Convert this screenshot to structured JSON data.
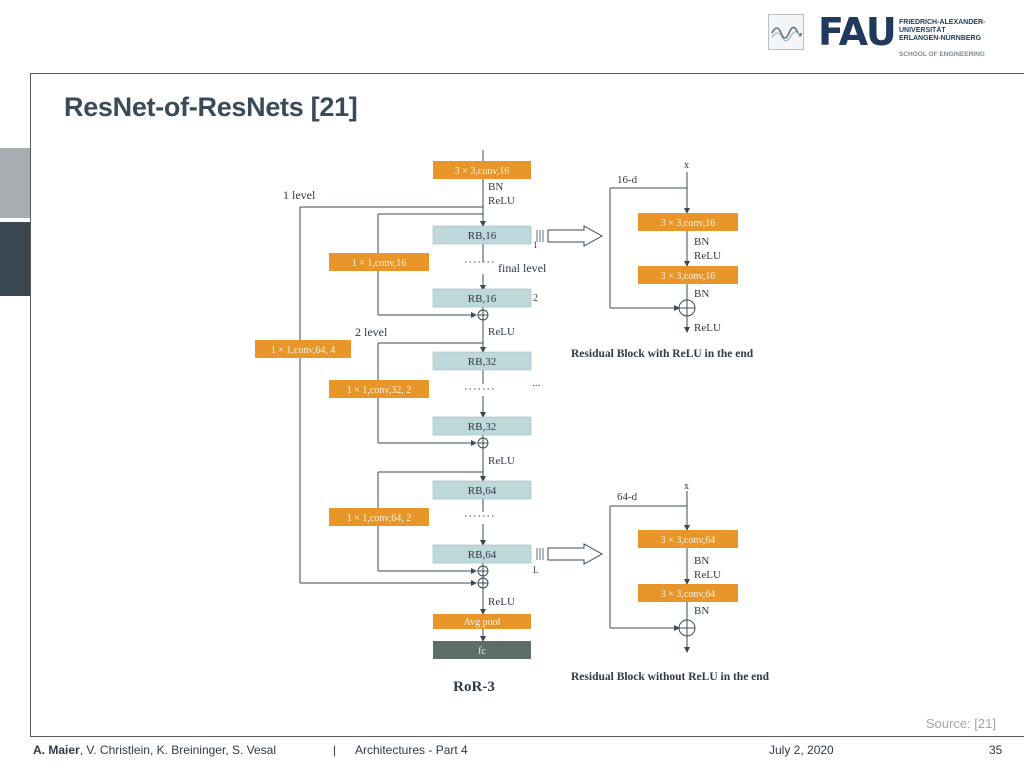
{
  "slide": {
    "title": "ResNet-of-ResNets [21]",
    "source": "Source: [21]"
  },
  "logo": {
    "wordmark": "FAU",
    "lines": [
      "FRIEDRICH-ALEXANDER-",
      "UNIVERSITÄT",
      "ERLANGEN-NÜRNBERG"
    ],
    "school": "SCHOOL OF ENGINEERING",
    "icon": "wave-emblem-icon"
  },
  "footer": {
    "author_bold": "A. Maier",
    "authors_rest": ", V. Christlein, K. Breininger, S. Vesal",
    "separator": "|",
    "topic": "Architectures - Part 4",
    "date": "July 2, 2020",
    "page": "35"
  },
  "diagram": {
    "main": {
      "conv_top": "3 × 3,conv,16",
      "bn": "BN",
      "relu": "ReLU",
      "level1": "1 level",
      "rb16_a": "RB,16",
      "mark1": "1",
      "conv1x1_16": "1 × 1,conv,16",
      "final_level": "final level",
      "rb16_b": "RB,16",
      "mark2": "2",
      "relu_a": "ReLU",
      "level2": "2 level",
      "conv1x1_64_4": "1 × 1,conv,64, 4",
      "rb32_a": "RB,32",
      "conv1x1_32_2": "1 × 1,conv,32, 2",
      "ellipsis": "...",
      "rb32_b": "RB,32",
      "relu_b": "ReLU",
      "rb64_a": "RB,64",
      "conv1x1_64_2": "1 × 1,conv,64, 2",
      "rb64_b": "RB,64",
      "markL": "L",
      "relu_c": "ReLU",
      "avgpool": "Avg pool",
      "fc": "fc",
      "caption": "RoR-3"
    },
    "block1": {
      "x": "x",
      "dim": "16-d",
      "conv_a": "3 × 3,conv,16",
      "bn_a": "BN",
      "relu_a": "ReLU",
      "conv_b": "3 × 3,conv,16",
      "bn_b": "BN",
      "relu_out": "ReLU",
      "caption": "Residual Block with ReLU in the end"
    },
    "block2": {
      "x": "x",
      "dim": "64-d",
      "conv_a": "3 × 3,conv,64",
      "bn_a": "BN",
      "relu_a": "ReLU",
      "conv_b": "3 × 3,conv,64",
      "bn_b": "BN",
      "caption": "Residual Block without ReLU in the end"
    },
    "colors": {
      "conv": "#e8952a",
      "rb": "#bfd8dc",
      "fc": "#5d6e69",
      "line": "#3b4a56",
      "title": "#3a4a58"
    }
  }
}
